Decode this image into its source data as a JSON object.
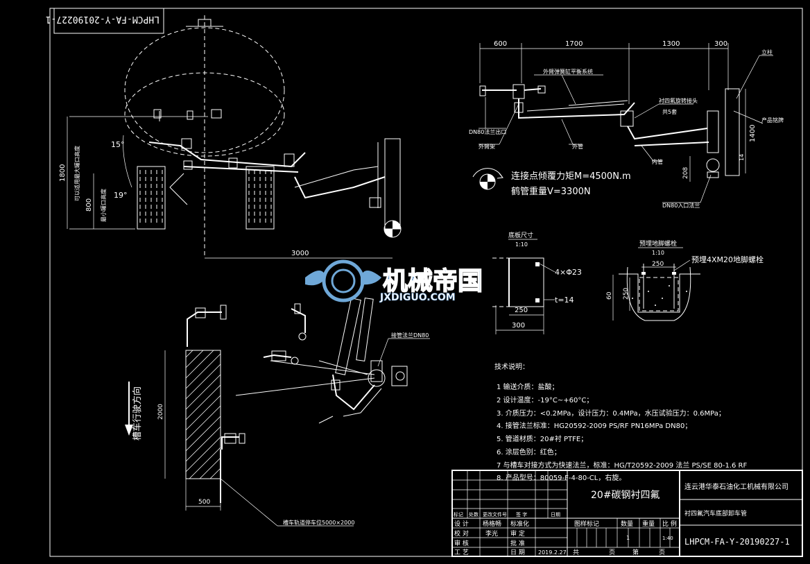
{
  "drawing_number_rotated": "LHPCM-FA-Y-20190227-1",
  "top_dims": [
    "600",
    "1700",
    "1300",
    "300"
  ],
  "right_dims": [
    "1400",
    "14",
    "208"
  ],
  "left_dims": [
    "1800",
    "800",
    "3000"
  ],
  "angles": [
    "15°",
    "19°"
  ],
  "left_vertical_labels": [
    "可以适用最大罐口高度",
    "最小罐口高度"
  ],
  "callouts_right": {
    "pillar": "立柱",
    "nameplate": "产品铭牌",
    "balance": "外臂弹簧缸平衡系统",
    "flange_top": "DN80法兰出口",
    "outer_arm": "外臂架",
    "outer_pipe": "外管",
    "swivel": "衬四氟旋转接头",
    "swivel_count": "共5套",
    "inner_pipe": "内管",
    "inlet": "DN80入口法兰"
  },
  "moment": "连接点倾覆力矩M=4500N.m",
  "weight": "鹤管重量V=3300N",
  "base_plate": {
    "title": "底板尺寸",
    "scale": "1:10",
    "holes": "4×Φ23",
    "thickness": "t=14",
    "d250": "250",
    "d300": "300"
  },
  "anchor_bolt": {
    "title": "预埋地脚螺栓",
    "scale": "1:10",
    "desc": "预埋4XM20地脚螺栓",
    "d250a": "250",
    "d250b": "250",
    "d60": "60"
  },
  "bottom_left": {
    "direction": "槽车行驶方向",
    "dim2000": "2000",
    "dim500": "500",
    "flange": "接管法兰DN80",
    "plate_note": "槽车轨道停车位5000×2000"
  },
  "watermark": {
    "name": "机械帝国",
    "url": "JXDIGUO.COM"
  },
  "tech_notes": {
    "title": "技术说明：",
    "items": [
      "1   输送介质：盐酸；",
      "2   设计温度：-19°C~+60°C；",
      "3.  介质压力：<0.2MPa，设计压力：0.4MPa，水压试验压力：0.6MPa；",
      "4.  接管法兰标准：HG20592-2009 PS/RF PN16MPa DN80；",
      "5.  管道材质：20#衬 PTFE；",
      "6.  涂层色别：红色；",
      "7   与槽车对接方式为快速法兰，标准：HG/T20592-2009 法兰 PS/SE 80-1.6 RF",
      "8.  产品型号：80059-F-4-80-CL，右旋。"
    ]
  },
  "title_block": {
    "material": "20#碳钢衬四氟",
    "company": "连云港华泰石油化工机械有限公司",
    "product": "衬四氟汽车底部卸车管",
    "drawing_no": "LHPCM-FA-Y-20190227-1",
    "rev_headers": [
      "标记",
      "处数",
      "更改文件号",
      "签 字",
      "日期"
    ],
    "rows": [
      [
        "设 计",
        "杨格畅",
        "标准化"
      ],
      [
        "校 对",
        "李光",
        "审 定"
      ],
      [
        "审 核",
        "",
        "批 准"
      ],
      [
        "工 艺",
        "",
        "日 期"
      ]
    ],
    "date": "2019.2.27",
    "stage_label": "图样标记",
    "qty_label": "数量",
    "weight_label": "重量",
    "scale_label": "比 例",
    "qty": "1",
    "scale": "1:40",
    "total": "共",
    "sheet": "页",
    "of": "第",
    "page": "页"
  }
}
